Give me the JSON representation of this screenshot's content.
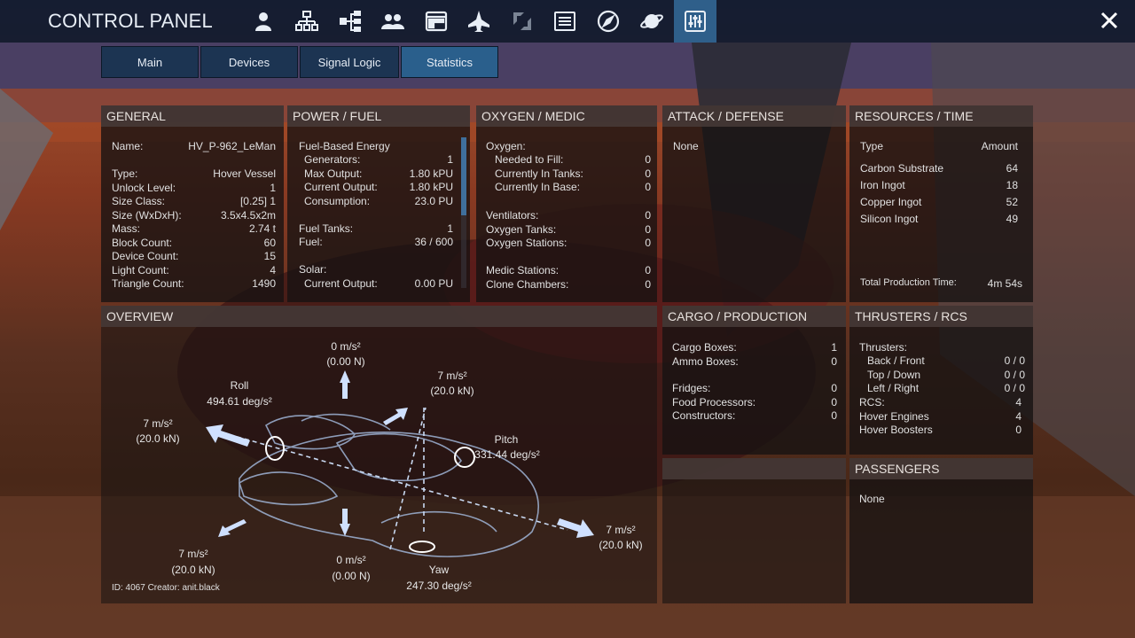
{
  "header": {
    "title": "CONTROL PANEL",
    "close_label": "✕"
  },
  "nav_icons": [
    "player-icon",
    "structure-icon",
    "network-icon",
    "faction-icon",
    "window-icon",
    "ship-icon",
    "sync-icon",
    "list-icon",
    "compass-icon",
    "planet-icon",
    "sliders-icon"
  ],
  "tabs": [
    {
      "label": "Main"
    },
    {
      "label": "Devices"
    },
    {
      "label": "Signal Logic"
    },
    {
      "label": "Statistics"
    }
  ],
  "general": {
    "title": "GENERAL",
    "name_label": "Name:",
    "name": "HV_P-962_LeMan",
    "rows": [
      {
        "label": "Type:",
        "value": "Hover Vessel"
      },
      {
        "label": "Unlock Level:",
        "value": "1"
      },
      {
        "label": "Size Class:",
        "value": "[0.25]  1"
      },
      {
        "label": "Size (WxDxH):",
        "value": "3.5x4.5x2m"
      },
      {
        "label": "Mass:",
        "value": "2.74 t"
      },
      {
        "label": "Block Count:",
        "value": "60"
      },
      {
        "label": "Device Count:",
        "value": "15"
      },
      {
        "label": "Light Count:",
        "value": "4"
      },
      {
        "label": "Triangle Count:",
        "value": "1490"
      }
    ]
  },
  "power": {
    "title": "POWER / FUEL",
    "fuel_energy_label": "Fuel-Based Energy",
    "rows1": [
      {
        "label": "Generators:",
        "value": "1"
      },
      {
        "label": "Max Output:",
        "value": "1.80 kPU"
      },
      {
        "label": "Current Output:",
        "value": "1.80 kPU"
      },
      {
        "label": "Consumption:",
        "value": "23.0 PU"
      }
    ],
    "fuel_tanks_label": "Fuel Tanks:",
    "fuel_tanks": "1",
    "fuel_label": "Fuel:",
    "fuel": "36 / 600",
    "solar_label": "Solar:",
    "solar_output_label": "Current Output:",
    "solar_output": "0.00 PU"
  },
  "oxygen": {
    "title": "OXYGEN / MEDIC",
    "oxygen_label": "Oxygen:",
    "rows1": [
      {
        "label": "Needed to Fill:",
        "value": "0"
      },
      {
        "label": "Currently In Tanks:",
        "value": "0"
      },
      {
        "label": "Currently In Base:",
        "value": "0"
      }
    ],
    "rows2": [
      {
        "label": "Ventilators:",
        "value": "0"
      },
      {
        "label": "Oxygen Tanks:",
        "value": "0"
      },
      {
        "label": "Oxygen Stations:",
        "value": "0"
      }
    ],
    "rows3": [
      {
        "label": "Medic Stations:",
        "value": "0"
      },
      {
        "label": "Clone Chambers:",
        "value": "0"
      }
    ]
  },
  "attack": {
    "title": "ATTACK / DEFENSE",
    "value": "None"
  },
  "resources": {
    "title": "RESOURCES / TIME",
    "col_type": "Type",
    "col_amount": "Amount",
    "items": [
      {
        "name": "Carbon Substrate",
        "amount": "64"
      },
      {
        "name": "Iron Ingot",
        "amount": "18"
      },
      {
        "name": "Copper Ingot",
        "amount": "52"
      },
      {
        "name": "Silicon Ingot",
        "amount": "49"
      }
    ],
    "total_label": "Total Production Time:",
    "total_value": "4m 54s"
  },
  "overview": {
    "title": "OVERVIEW",
    "up_accel": "0 m/s²",
    "up_force": "(0.00 N)",
    "down_accel": "0 m/s²",
    "down_force": "(0.00 N)",
    "fwd_accel": "7 m/s²",
    "fwd_force": "(20.0 kN)",
    "left_accel": "7 m/s²",
    "left_force": "(20.0 kN)",
    "back_accel": "7 m/s²",
    "back_force": "(20.0 kN)",
    "right_accel": "7 m/s²",
    "right_force": "(20.0 kN)",
    "roll_label": "Roll",
    "roll_value": "494.61 deg/s²",
    "pitch_label": "Pitch",
    "pitch_value": "331.44 deg/s²",
    "yaw_label": "Yaw",
    "yaw_value": "247.30 deg/s²",
    "footer": "ID: 4067  Creator: anit.black"
  },
  "cargo": {
    "title": "CARGO / PRODUCTION",
    "rows1": [
      {
        "label": "Cargo Boxes:",
        "value": "1"
      },
      {
        "label": "Ammo Boxes:",
        "value": "0"
      }
    ],
    "rows2": [
      {
        "label": "Fridges:",
        "value": "0"
      },
      {
        "label": "Food Processors:",
        "value": "0"
      },
      {
        "label": "Constructors:",
        "value": "0"
      }
    ]
  },
  "thrusters": {
    "title": "THRUSTERS / RCS",
    "thrusters_label": "Thrusters:",
    "rows1": [
      {
        "label": "Back / Front",
        "value": "0 / 0"
      },
      {
        "label": "Top / Down",
        "value": "0 / 0"
      },
      {
        "label": "Left / Right",
        "value": "0 / 0"
      }
    ],
    "rows2": [
      {
        "label": "RCS:",
        "value": "4"
      },
      {
        "label": "Hover Engines",
        "value": "4"
      },
      {
        "label": "Hover Boosters",
        "value": "0"
      }
    ]
  },
  "passengers": {
    "title": "PASSENGERS",
    "value": "None"
  }
}
